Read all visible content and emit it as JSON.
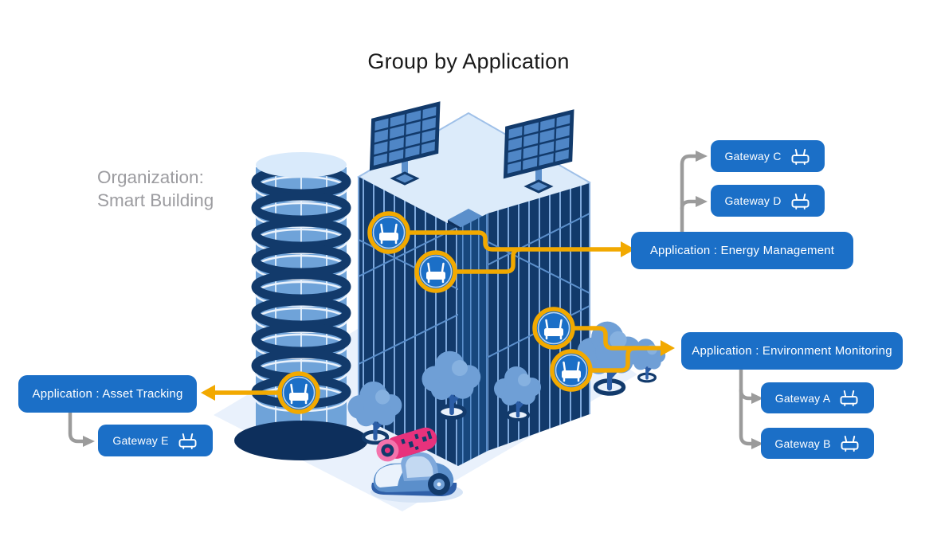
{
  "title": "Group by Application",
  "organization": {
    "line1": "Organization:",
    "line2": "Smart Building"
  },
  "boxes": {
    "gateway_c": {
      "label": "Gateway C"
    },
    "gateway_d": {
      "label": "Gateway D"
    },
    "app_energy": {
      "label": "Application : Energy Management"
    },
    "app_environment": {
      "label": "Application : Environment Monitoring"
    },
    "gateway_a": {
      "label": "Gateway A"
    },
    "gateway_b": {
      "label": "Gateway B"
    },
    "app_asset": {
      "label": "Application : Asset Tracking"
    },
    "gateway_e": {
      "label": "Gateway E"
    }
  },
  "icons": {
    "router": "router-icon",
    "building_gateway_marker": "circled-router-icon"
  },
  "building_gateway_markers": 5,
  "colors": {
    "box_blue": "#1B6FC7",
    "accent_yellow": "#F2A900",
    "connector_gray": "#9B9B9B",
    "building_navy": "#123A6B",
    "building_light": "#7FA9DC",
    "roof_light": "#DCEBFA",
    "ground_light": "#E9F1FC",
    "scanner_pink": "#E8327C",
    "title_color": "#1A1A1A",
    "organization_gray": "#9C9CA0"
  }
}
